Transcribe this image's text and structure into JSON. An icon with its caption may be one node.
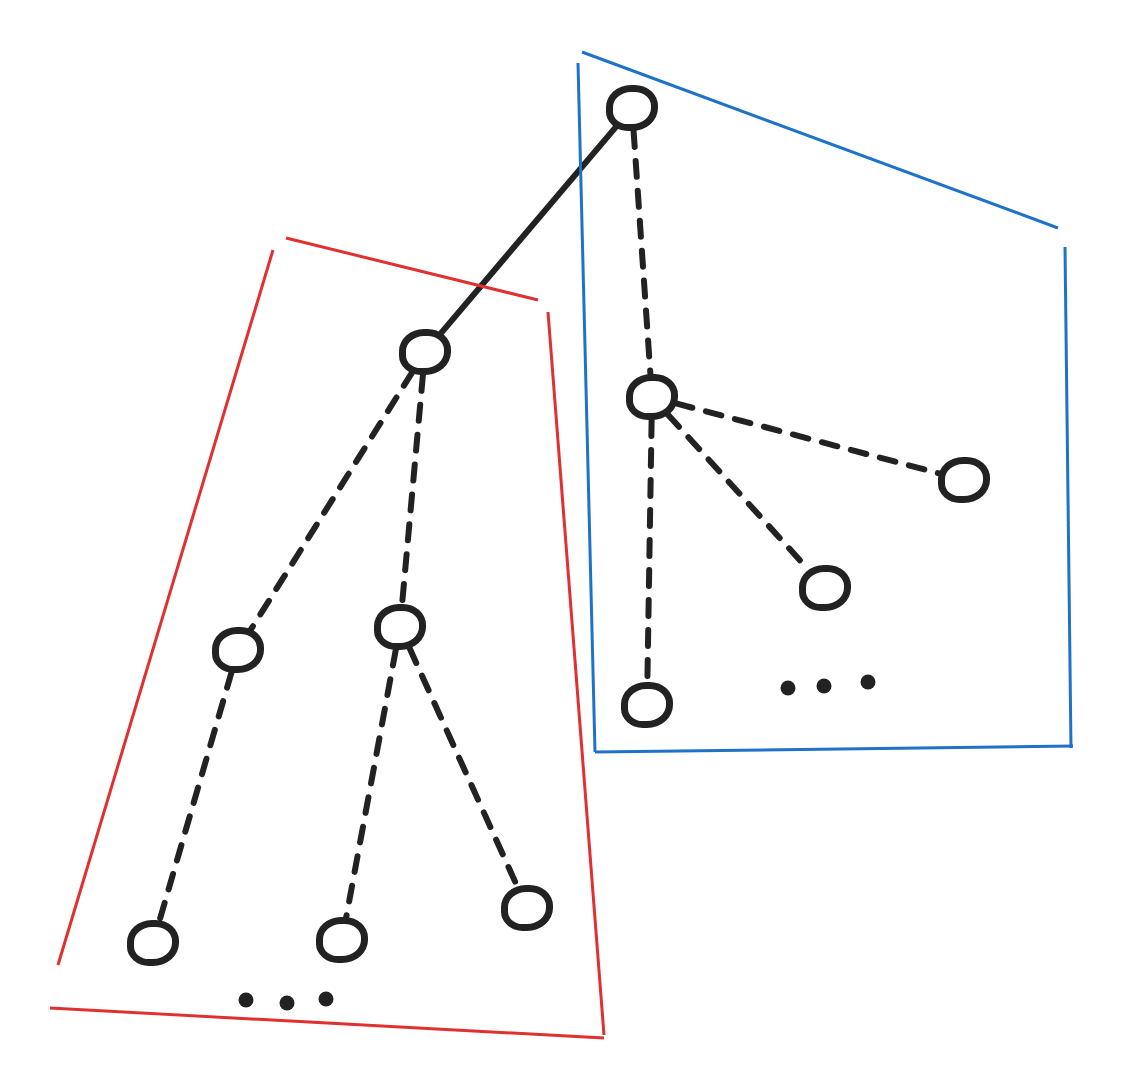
{
  "diagram": {
    "nodes": [
      {
        "text": [],
        "shape": "box"
      },
      {
        "text": [],
        "shape": "circle",
        "in": 0
      },
      {
        "text": [],
        "shape": "circle",
        "in": 0
      },
      {
        "text": [],
        "shape": "circle",
        "in": 0
      },
      {
        "text": [],
        "shape": "circle",
        "in": 0
      },
      {
        "text": [],
        "shape": "circle",
        "in": 0
      },
      {
        "text": [],
        "shape": "box"
      },
      {
        "text": [],
        "shape": "circle",
        "in": 6
      },
      {
        "text": [],
        "shape": "circle",
        "in": 6
      },
      {
        "text": [],
        "shape": "circle",
        "in": 6
      },
      {
        "text": [],
        "shape": "circle",
        "in": 6
      },
      {
        "text": [],
        "shape": "circle",
        "in": 6
      },
      {
        "text": [],
        "shape": "circle",
        "in": 6
      }
    ],
    "edges": [
      {
        "from": 1,
        "to": 7,
        "arrow": "none"
      },
      {
        "from": 1,
        "to": 2,
        "arrow": "none",
        "style": "dashed"
      },
      {
        "from": 2,
        "to": 3,
        "arrow": "none",
        "style": "dashed"
      },
      {
        "from": 2,
        "to": 4,
        "arrow": "none",
        "style": "dashed"
      },
      {
        "from": 2,
        "to": 5,
        "arrow": "none",
        "style": "dashed"
      },
      {
        "from": 7,
        "to": 8,
        "arrow": "none",
        "style": "dashed"
      },
      {
        "from": 7,
        "to": 9,
        "arrow": "none",
        "style": "dashed"
      },
      {
        "from": 8,
        "to": 10,
        "arrow": "none",
        "style": "dashed"
      },
      {
        "from": 9,
        "to": 11,
        "arrow": "none",
        "style": "dashed"
      },
      {
        "from": 9,
        "to": 12,
        "arrow": "none",
        "style": "dashed"
      }
    ]
  }
}
